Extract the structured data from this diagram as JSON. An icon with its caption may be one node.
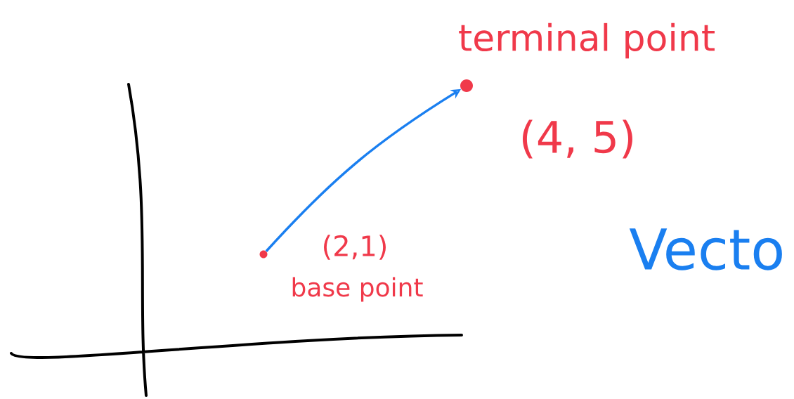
{
  "diagram": {
    "nodes": [
      {
        "text": [],
        "shape": "circle",
        "beside": [
          "(2,1)",
          "base point"
        ]
      },
      {
        "text": [],
        "shape": "circle",
        "beside": [
          "terminal point",
          "(4, 5)"
        ]
      }
    ],
    "edges": [
      {
        "from": 0,
        "to": 1,
        "arrow": "to",
        "color": "#1a7ff0"
      }
    ],
    "labels": [
      "Vecto"
    ]
  }
}
